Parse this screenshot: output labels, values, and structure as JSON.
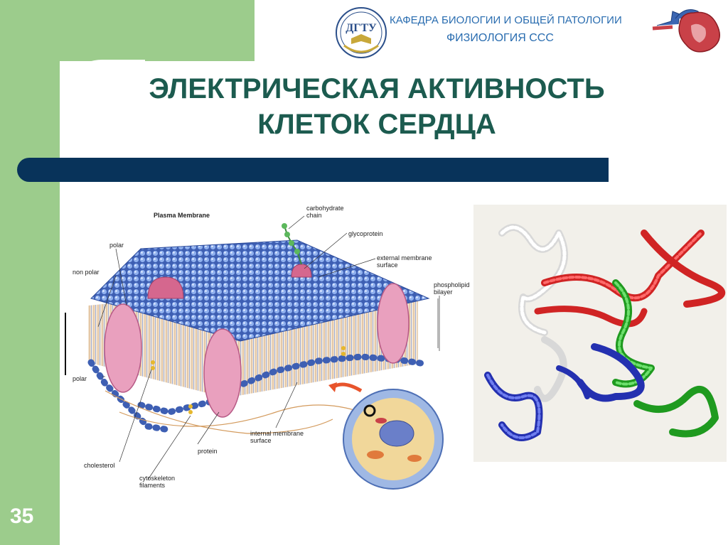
{
  "header": {
    "department": "КАФЕДРА БИОЛОГИИ И ОБЩЕЙ ПАТОЛОГИИ",
    "course": "ФИЗИОЛОГИЯ ССС",
    "logo_text": "ДГТУ"
  },
  "slide": {
    "title_line1": "ЭЛЕКТРИЧЕСКАЯ АКТИВНОСТЬ",
    "title_line2": "КЛЕТОК СЕРДЦА",
    "page_number": "35"
  },
  "membrane_figure": {
    "title": "Plasma Membrane",
    "labels": {
      "carbohydrate_chain_1": "carbohydrate",
      "carbohydrate_chain_2": "chain",
      "glycoprotein": "glycoprotein",
      "external_surface_1": "external membrane",
      "external_surface_2": "surface",
      "phospholipid_1": "phospholipid",
      "phospholipid_2": "bilayer",
      "polar_top": "polar",
      "non_polar": "non polar",
      "polar_bottom": "polar",
      "internal_surface_1": "internal membrane",
      "internal_surface_2": "surface",
      "protein": "protein",
      "cholesterol": "cholesterol",
      "cytoskeleton_1": "cytoskeleton",
      "cytoskeleton_2": "filaments"
    }
  },
  "colors": {
    "green_panel": "#9ccc8c",
    "dark_bar": "#08335a",
    "title_color": "#1c5b4f",
    "header_text": "#2a6db0"
  }
}
